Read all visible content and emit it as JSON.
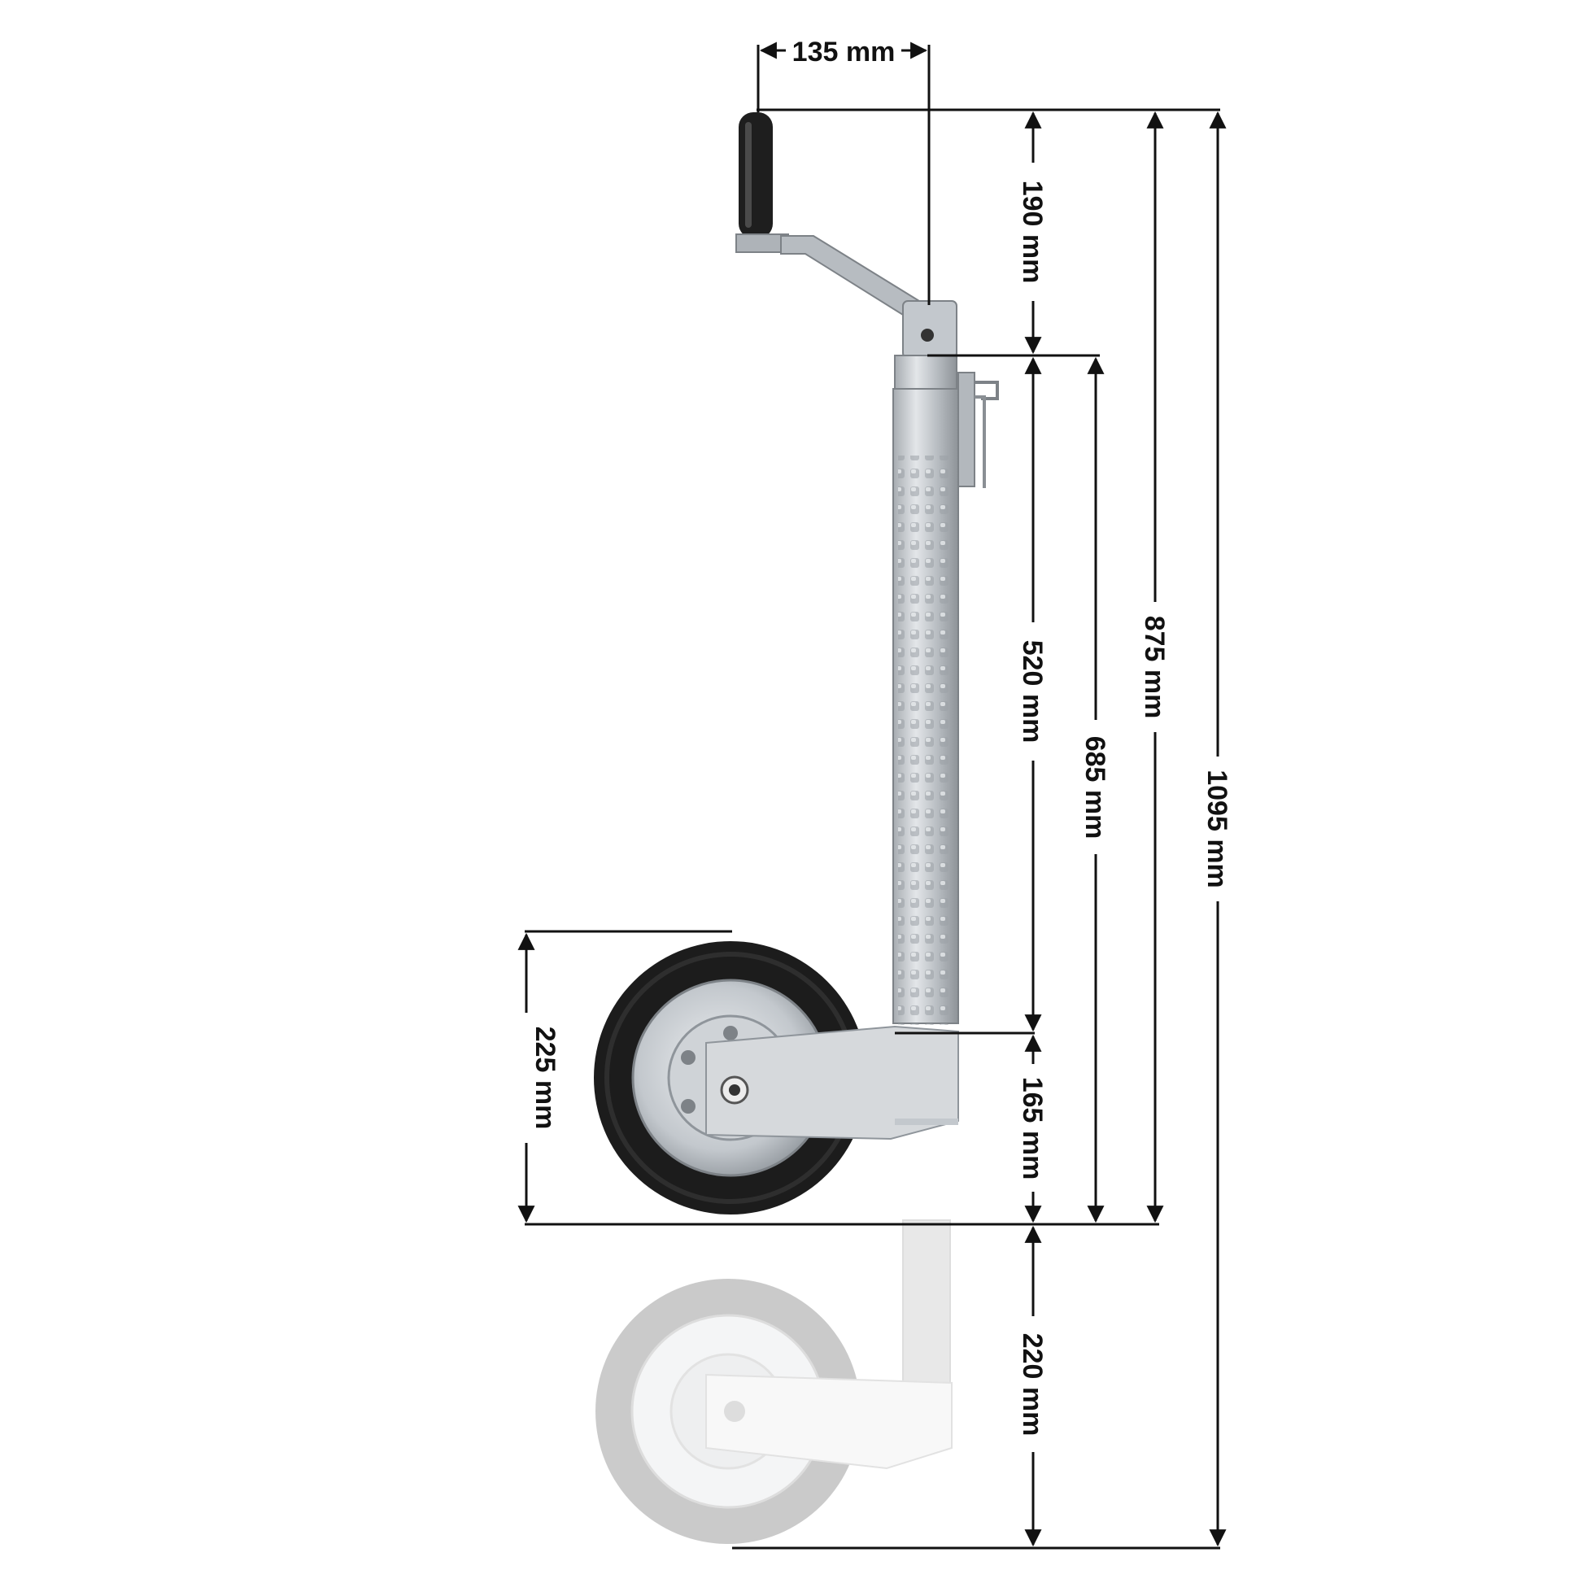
{
  "dimensions": {
    "crank_offset": "135 mm",
    "handle_height": "190 mm",
    "tube_length": "520 mm",
    "tube_to_ground_high": "685 mm",
    "top_to_ground_high": "875 mm",
    "total_height": "1095 mm",
    "wheel_diameter": "225 mm",
    "bracket_height": "165 mm",
    "extension_travel": "220 mm"
  },
  "colors": {
    "line": "#111111",
    "tire": "#1c1c1c",
    "rim": "#c9cdd1",
    "galvanised": "#b9bec3",
    "ghost": "#cfcfcf"
  },
  "icons": [
    "jockey-wheel",
    "crank-handle",
    "wheel"
  ]
}
